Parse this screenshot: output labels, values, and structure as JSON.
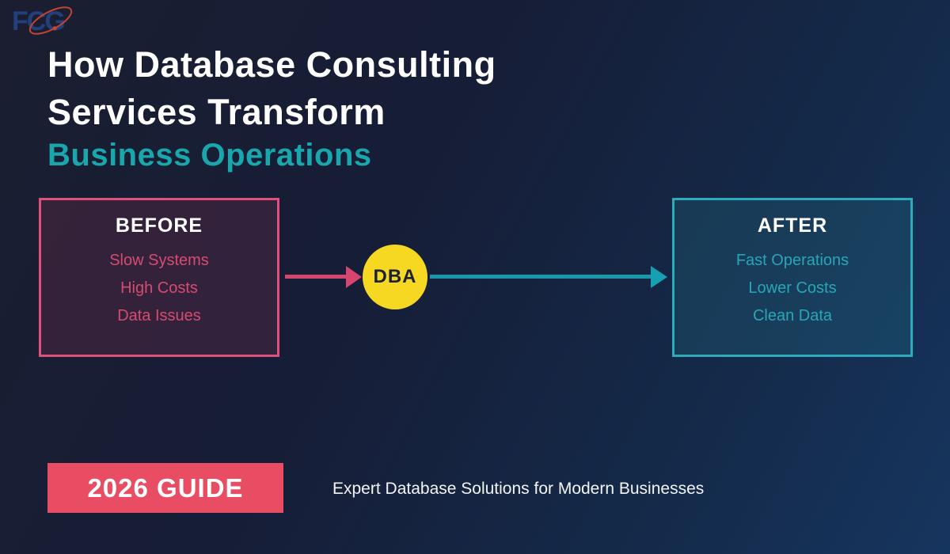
{
  "logo": {
    "text": "FCG"
  },
  "header": {
    "title_line1": "How Database Consulting",
    "title_line2": "Services Transform",
    "subtitle": "Business Operations"
  },
  "diagram": {
    "before": {
      "title": "BEFORE",
      "items": [
        "Slow Systems",
        "High Costs",
        "Data Issues"
      ]
    },
    "center": {
      "label": "DBA"
    },
    "after": {
      "title": "AFTER",
      "items": [
        "Fast Operations",
        "Lower Costs",
        "Clean Data"
      ]
    }
  },
  "footer": {
    "badge": "2026 GUIDE",
    "tagline": "Expert Database Solutions for Modern Businesses"
  },
  "colors": {
    "pink_accent": "#e0507a",
    "pink_text": "#d64b70",
    "teal_accent": "#2cacba",
    "teal_text": "#27a7b5",
    "subtitle_teal": "#1aa6ad",
    "yellow_circle": "#f6d823",
    "badge_red": "#e94d64",
    "background_dark": "#1a1e30",
    "background_light": "#16355e",
    "logo_blue": "#23407c",
    "logo_orbit_red": "#c54530"
  }
}
